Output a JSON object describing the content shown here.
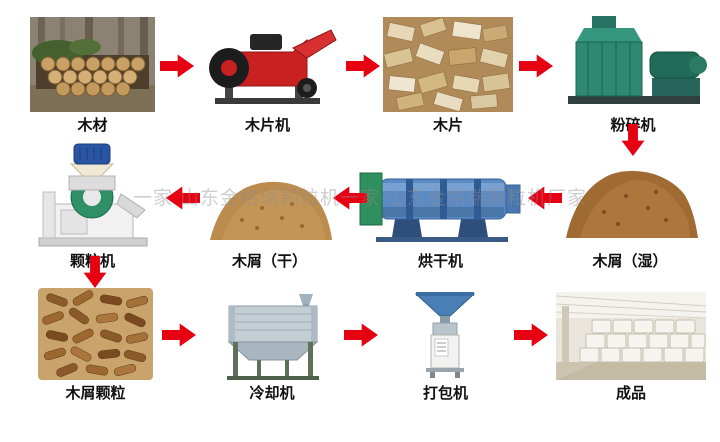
{
  "watermark": "一家 山东金格瑞颗粒机一家 山东金格瑞颗粒机厂家",
  "arrow_color": "#e60012",
  "steps": {
    "wood": {
      "label": "木材"
    },
    "chipper": {
      "label": "木片机"
    },
    "chips": {
      "label": "木片"
    },
    "crusher": {
      "label": "粉碎机"
    },
    "pellet_mill": {
      "label": "颗粒机"
    },
    "sawdust_dry": {
      "label": "木屑（干）"
    },
    "dryer": {
      "label": "烘干机"
    },
    "sawdust_wet": {
      "label": "木屑（湿）"
    },
    "pellets": {
      "label": "木屑颗粒"
    },
    "cooler": {
      "label": "冷却机"
    },
    "packer": {
      "label": "打包机"
    },
    "product": {
      "label": "成品"
    }
  }
}
